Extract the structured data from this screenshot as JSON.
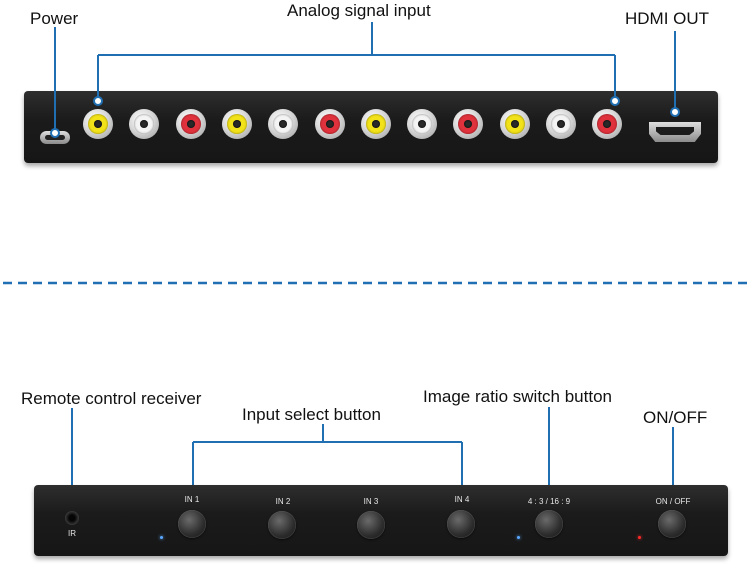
{
  "top_panel": {
    "labels": {
      "power": "Power",
      "analog_input": "Analog signal input",
      "hdmi_out": "HDMI OUT"
    },
    "jack_colors": [
      "yellow",
      "white",
      "red",
      "yellow",
      "white",
      "red",
      "yellow",
      "white",
      "red",
      "yellow",
      "white",
      "red"
    ]
  },
  "bottom_panel": {
    "labels": {
      "remote_receiver": "Remote control receiver",
      "input_select": "Input select button",
      "ratio_switch": "Image ratio switch button",
      "on_off": "ON/OFF"
    },
    "ir_label": "IR",
    "buttons": [
      "IN 1",
      "IN 2",
      "IN 3",
      "IN 4",
      "4 : 3 / 16 : 9",
      "ON / OFF"
    ],
    "led_colors": [
      "#5aa8ff",
      "#5aa8ff",
      "#ff2a2a"
    ]
  },
  "colors": {
    "callout": "#1f6fb2",
    "divider": "#1f6fb2",
    "device": "#1b1b1b",
    "jack_yellow": "#f2e21a",
    "jack_white": "#f4f4f4",
    "jack_red": "#e0323c"
  }
}
